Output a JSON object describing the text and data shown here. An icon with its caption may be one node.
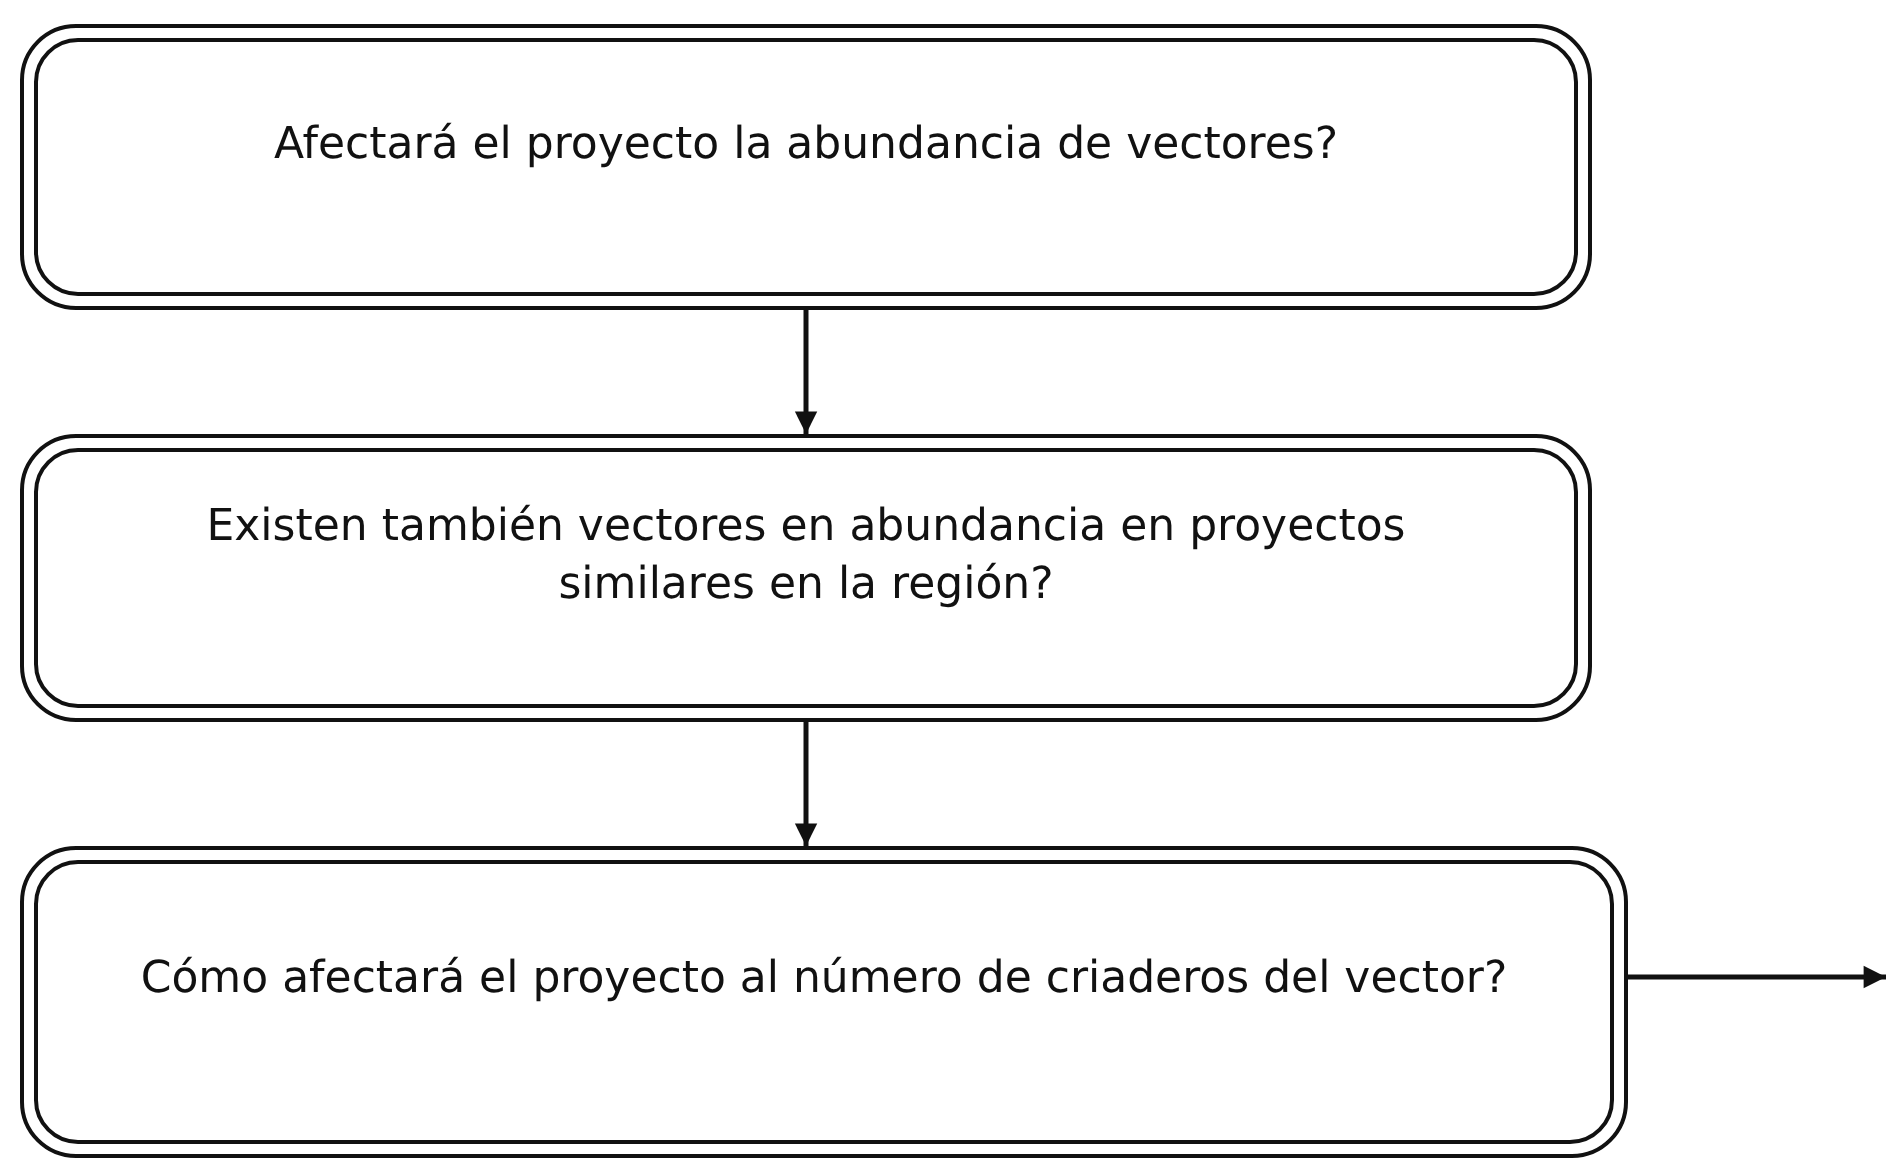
{
  "diagram": {
    "nodes": [
      {
        "text": [
          "Afectará el proyecto la abundancia de vectores?"
        ]
      },
      {
        "text": [
          "Existen también vectores en abundancia en proyectos similares en la región?"
        ]
      },
      {
        "text": [
          "Cómo afectará el proyecto al número de criaderos del vector?"
        ]
      }
    ],
    "edges": [
      {
        "from": 0,
        "to": 1,
        "arrow": "to"
      },
      {
        "from": 1,
        "to": 2,
        "arrow": "to"
      },
      {
        "from": 2,
        "to": null,
        "arrow": "to"
      }
    ]
  }
}
